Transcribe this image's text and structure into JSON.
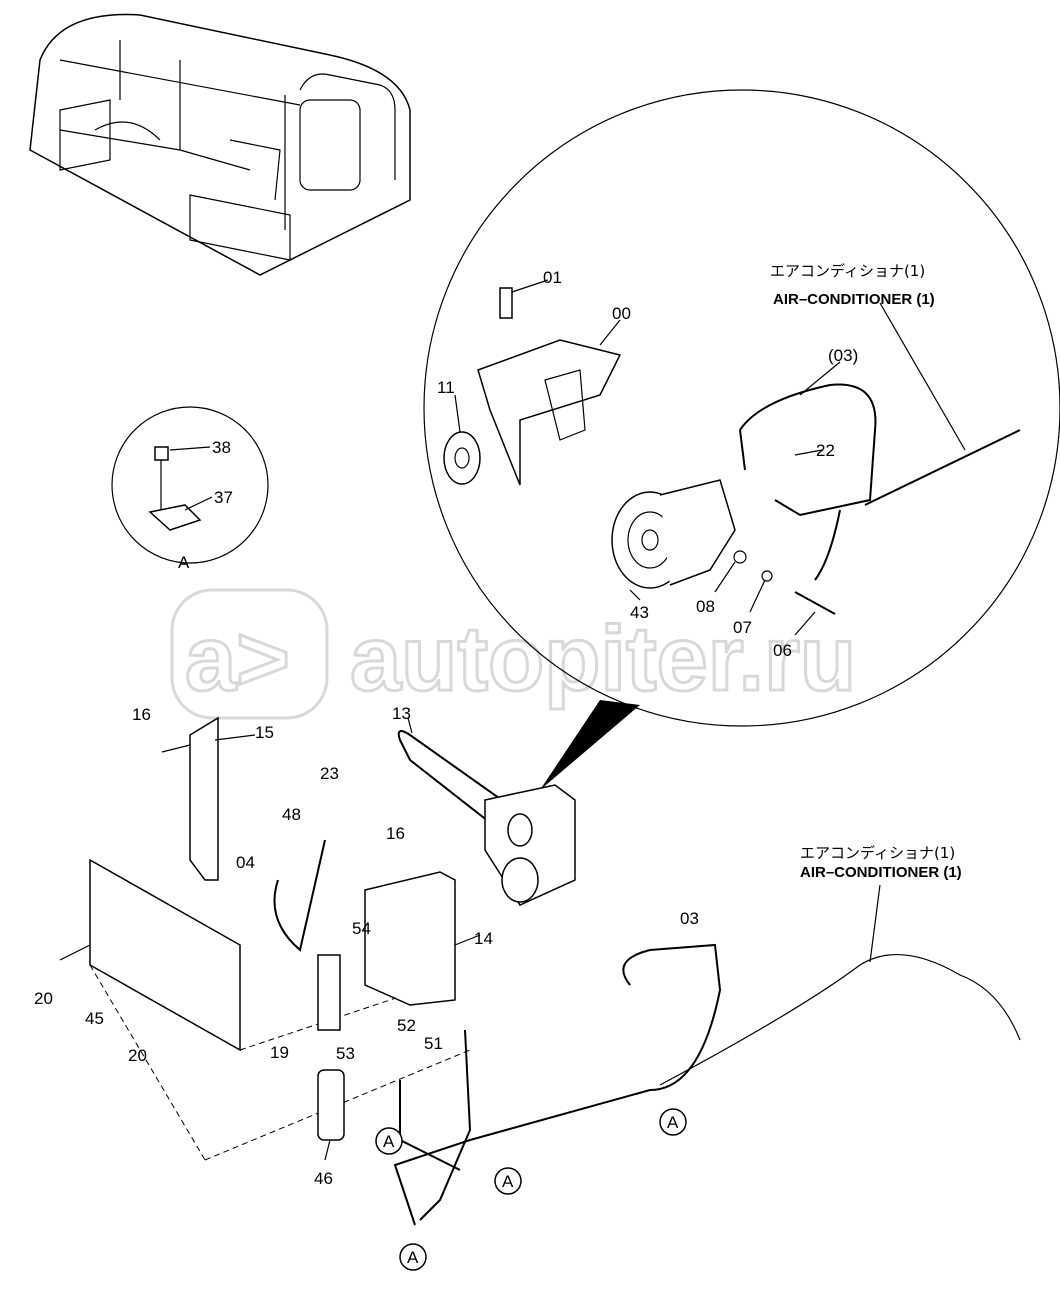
{
  "title": "Air conditioner compressor, condenser and hoses parts diagram",
  "watermark": {
    "logo_text": "a>",
    "site": "autopiter.ru"
  },
  "detail_label": "A",
  "section_markers": [
    "A",
    "A",
    "A",
    "A"
  ],
  "annotations": [
    {
      "jp": "エアコンディショナ(1)",
      "en": "AIR–CONDITIONER (1)"
    },
    {
      "jp": "エアコンディショナ(1)",
      "en": "AIR–CONDITIONER (1)"
    }
  ],
  "callouts": [
    "01",
    "00",
    "(03)",
    "11",
    "22",
    "43",
    "08",
    "07",
    "06",
    "38",
    "37",
    "13",
    "16",
    "15",
    "23",
    "48",
    "04",
    "16",
    "03",
    "14",
    "54",
    "20",
    "45",
    "20",
    "19",
    "52",
    "53",
    "51",
    "46"
  ]
}
